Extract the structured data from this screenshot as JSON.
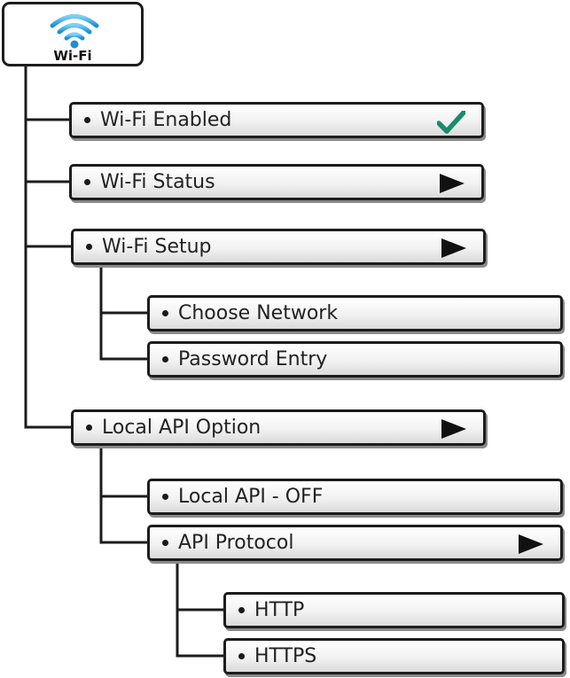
{
  "root": {
    "label": "Wi-Fi",
    "icon": "wifi-icon",
    "icon_color": "#1b8fd6"
  },
  "items": [
    {
      "label": "Wi-Fi Enabled",
      "indicator": "check-icon",
      "level": 1
    },
    {
      "label": "Wi-Fi Status",
      "indicator": "arrow-right-icon",
      "level": 1
    },
    {
      "label": "Wi-Fi Setup",
      "indicator": "arrow-right-icon",
      "level": 1
    },
    {
      "label": "Choose Network",
      "indicator": "",
      "level": 2
    },
    {
      "label": "Password Entry",
      "indicator": "",
      "level": 2
    },
    {
      "label": "Local API Option",
      "indicator": "arrow-right-icon",
      "level": 1
    },
    {
      "label": "Local API - OFF",
      "indicator": "",
      "level": 2
    },
    {
      "label": "API Protocol",
      "indicator": "arrow-right-icon",
      "level": 2
    },
    {
      "label": "HTTP",
      "indicator": "",
      "level": 3
    },
    {
      "label": "HTTPS",
      "indicator": "",
      "level": 3
    }
  ],
  "colors": {
    "check": "#1a8c6c",
    "arrow": "#111111",
    "border": "#1c1c1c"
  }
}
